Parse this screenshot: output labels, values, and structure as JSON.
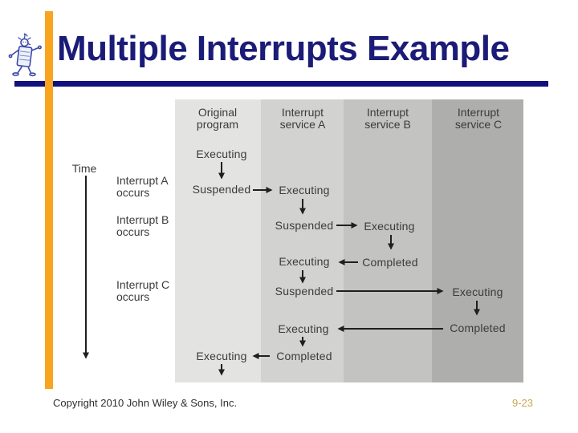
{
  "slide": {
    "title": "Multiple Interrupts Example",
    "footer": {
      "copyright": "Copyright 2010 John Wiley & Sons, Inc.",
      "page_number": "9-23"
    }
  },
  "colors": {
    "accent_orange": "#F8A41F",
    "title_navy": "#1B1B78",
    "rule_navy": "#10107E",
    "page_number_gold": "#C8A851",
    "diagram_text": "#3b3b3b"
  },
  "icons": {
    "mascot": "walking-chip-cartoon-icon"
  },
  "diagram": {
    "time_label": "Time",
    "event_labels": [
      "Interrupt A occurs",
      "Interrupt B occurs",
      "Interrupt C occurs"
    ],
    "column_headers": [
      "Original program",
      "Interrupt service A",
      "Interrupt service B",
      "Interrupt service C"
    ],
    "column_colors": [
      "#E3E3E1",
      "#D2D2D0",
      "#C3C3C1",
      "#AEAEAC"
    ],
    "states": [
      {
        "label": "Executing",
        "col": 0
      },
      {
        "label": "Suspended",
        "col": 0
      },
      {
        "label": "Executing",
        "col": 1
      },
      {
        "label": "Suspended",
        "col": 1
      },
      {
        "label": "Executing",
        "col": 2
      },
      {
        "label": "Completed",
        "col": 2
      },
      {
        "label": "Executing",
        "col": 1
      },
      {
        "label": "Suspended",
        "col": 1
      },
      {
        "label": "Executing",
        "col": 3
      },
      {
        "label": "Completed",
        "col": 3
      },
      {
        "label": "Executing",
        "col": 1
      },
      {
        "label": "Completed",
        "col": 1
      },
      {
        "label": "Executing",
        "col": 0
      }
    ],
    "transitions": [
      {
        "from": 0,
        "to": 1,
        "dir": "down"
      },
      {
        "from": 1,
        "to": 2,
        "dir": "right"
      },
      {
        "from": 2,
        "to": 3,
        "dir": "down"
      },
      {
        "from": 3,
        "to": 4,
        "dir": "right"
      },
      {
        "from": 4,
        "to": 5,
        "dir": "down"
      },
      {
        "from": 5,
        "to": 6,
        "dir": "left"
      },
      {
        "from": 6,
        "to": 7,
        "dir": "down"
      },
      {
        "from": 7,
        "to": 8,
        "dir": "right"
      },
      {
        "from": 8,
        "to": 9,
        "dir": "down"
      },
      {
        "from": 9,
        "to": 10,
        "dir": "left"
      },
      {
        "from": 10,
        "to": 11,
        "dir": "down"
      },
      {
        "from": 11,
        "to": 12,
        "dir": "left"
      },
      {
        "from": 12,
        "to": "end",
        "dir": "down"
      }
    ]
  }
}
